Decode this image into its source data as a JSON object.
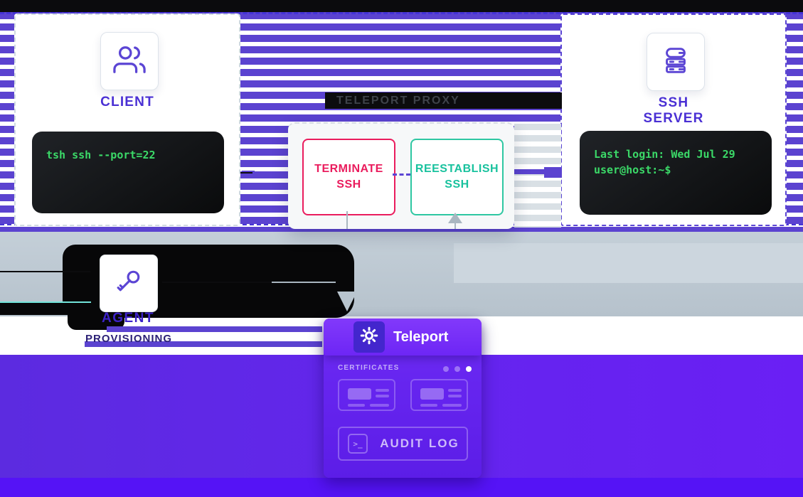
{
  "diagram": {
    "title_bar": {
      "proxy_title": "TELEPORT PROXY"
    },
    "client": {
      "label": "CLIENT",
      "terminal_command": "tsh ssh --port=22"
    },
    "proxy_panel": {
      "terminate": {
        "line1": "TERMINATE",
        "line2": "SSH"
      },
      "reestablish": {
        "line1": "REESTABLISH",
        "line2": "SSH"
      }
    },
    "ssh_server": {
      "label_line1": "SSH",
      "label_line2": "SERVER",
      "terminal_line1": "Last login: Wed Jul 29",
      "terminal_line2": "user@host:~$"
    },
    "agent": {
      "label": "AGENT",
      "glitch_caption": "PROVISIONING"
    },
    "teleport": {
      "brand": "Teleport",
      "certificates_heading": "CERTIFICATES",
      "audit_log_label": "AUDIT LOG",
      "terminal_prompt_glyph": ">_",
      "carousel_dots": 3
    },
    "colors": {
      "accent_purple": "#5b43d0",
      "panel_purple": "#6a22f4",
      "terminal_green": "#3bd968",
      "terminate_red": "#ea1c5d",
      "reestablish_teal": "#1fc3a1"
    }
  }
}
